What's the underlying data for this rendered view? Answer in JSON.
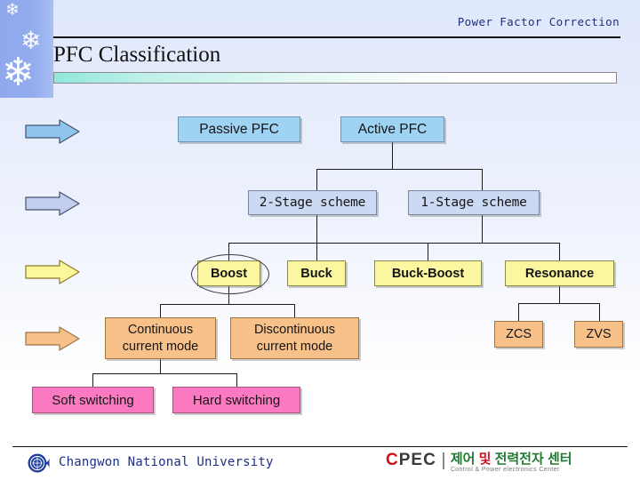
{
  "header": {
    "kicker": "Power Factor Correction",
    "title": "PFC Classification"
  },
  "arrows": [
    {
      "name": "arrow-level-1",
      "color": "#8fc4ee",
      "stroke": "#45536e"
    },
    {
      "name": "arrow-level-2",
      "color": "#c2cdf0",
      "stroke": "#45536e"
    },
    {
      "name": "arrow-level-3",
      "color": "#fbf79a",
      "stroke": "#8b7a2a"
    },
    {
      "name": "arrow-level-4",
      "color": "#f8c18a",
      "stroke": "#9c7448"
    }
  ],
  "diagram": {
    "nodes": [
      {
        "id": "passive-pfc",
        "label": "Passive PFC",
        "style": "blue"
      },
      {
        "id": "active-pfc",
        "label": "Active PFC",
        "style": "blue"
      },
      {
        "id": "two-stage-scheme",
        "label": "2-Stage scheme",
        "style": "lav"
      },
      {
        "id": "one-stage-scheme",
        "label": "1-Stage scheme",
        "style": "lav"
      },
      {
        "id": "boost",
        "label": "Boost",
        "style": "yel",
        "highlighted": true
      },
      {
        "id": "buck",
        "label": "Buck",
        "style": "yel"
      },
      {
        "id": "buck-boost",
        "label": "Buck-Boost",
        "style": "yel"
      },
      {
        "id": "resonance",
        "label": "Resonance",
        "style": "yel"
      },
      {
        "id": "continuous-current-mode",
        "label": "Continuous\ncurrent mode",
        "style": "org"
      },
      {
        "id": "discontinuous-current-mode",
        "label": "Discontinuous\ncurrent mode",
        "style": "org"
      },
      {
        "id": "zcs",
        "label": "ZCS",
        "style": "org"
      },
      {
        "id": "zvs",
        "label": "ZVS",
        "style": "org"
      },
      {
        "id": "soft-switching",
        "label": "Soft switching",
        "style": "pnk"
      },
      {
        "id": "hard-switching",
        "label": "Hard switching",
        "style": "pnk"
      }
    ]
  },
  "footer": {
    "university": "Changwon National University",
    "cpec_c": "C",
    "cpec_rest": "PEC",
    "cpec_korean_green": "제어 ",
    "cpec_korean_red": "및",
    "cpec_korean_green2": " 전력전자 센터",
    "cpec_english": "Control & Power electronics Center"
  },
  "colors": {
    "accent_blue": "#9ed3f4",
    "lavender": "#ccd9f2",
    "yellow": "#fbf7a1",
    "orange": "#f8c18a",
    "pink": "#fb79c0",
    "title_navy": "#1f2f7a"
  }
}
